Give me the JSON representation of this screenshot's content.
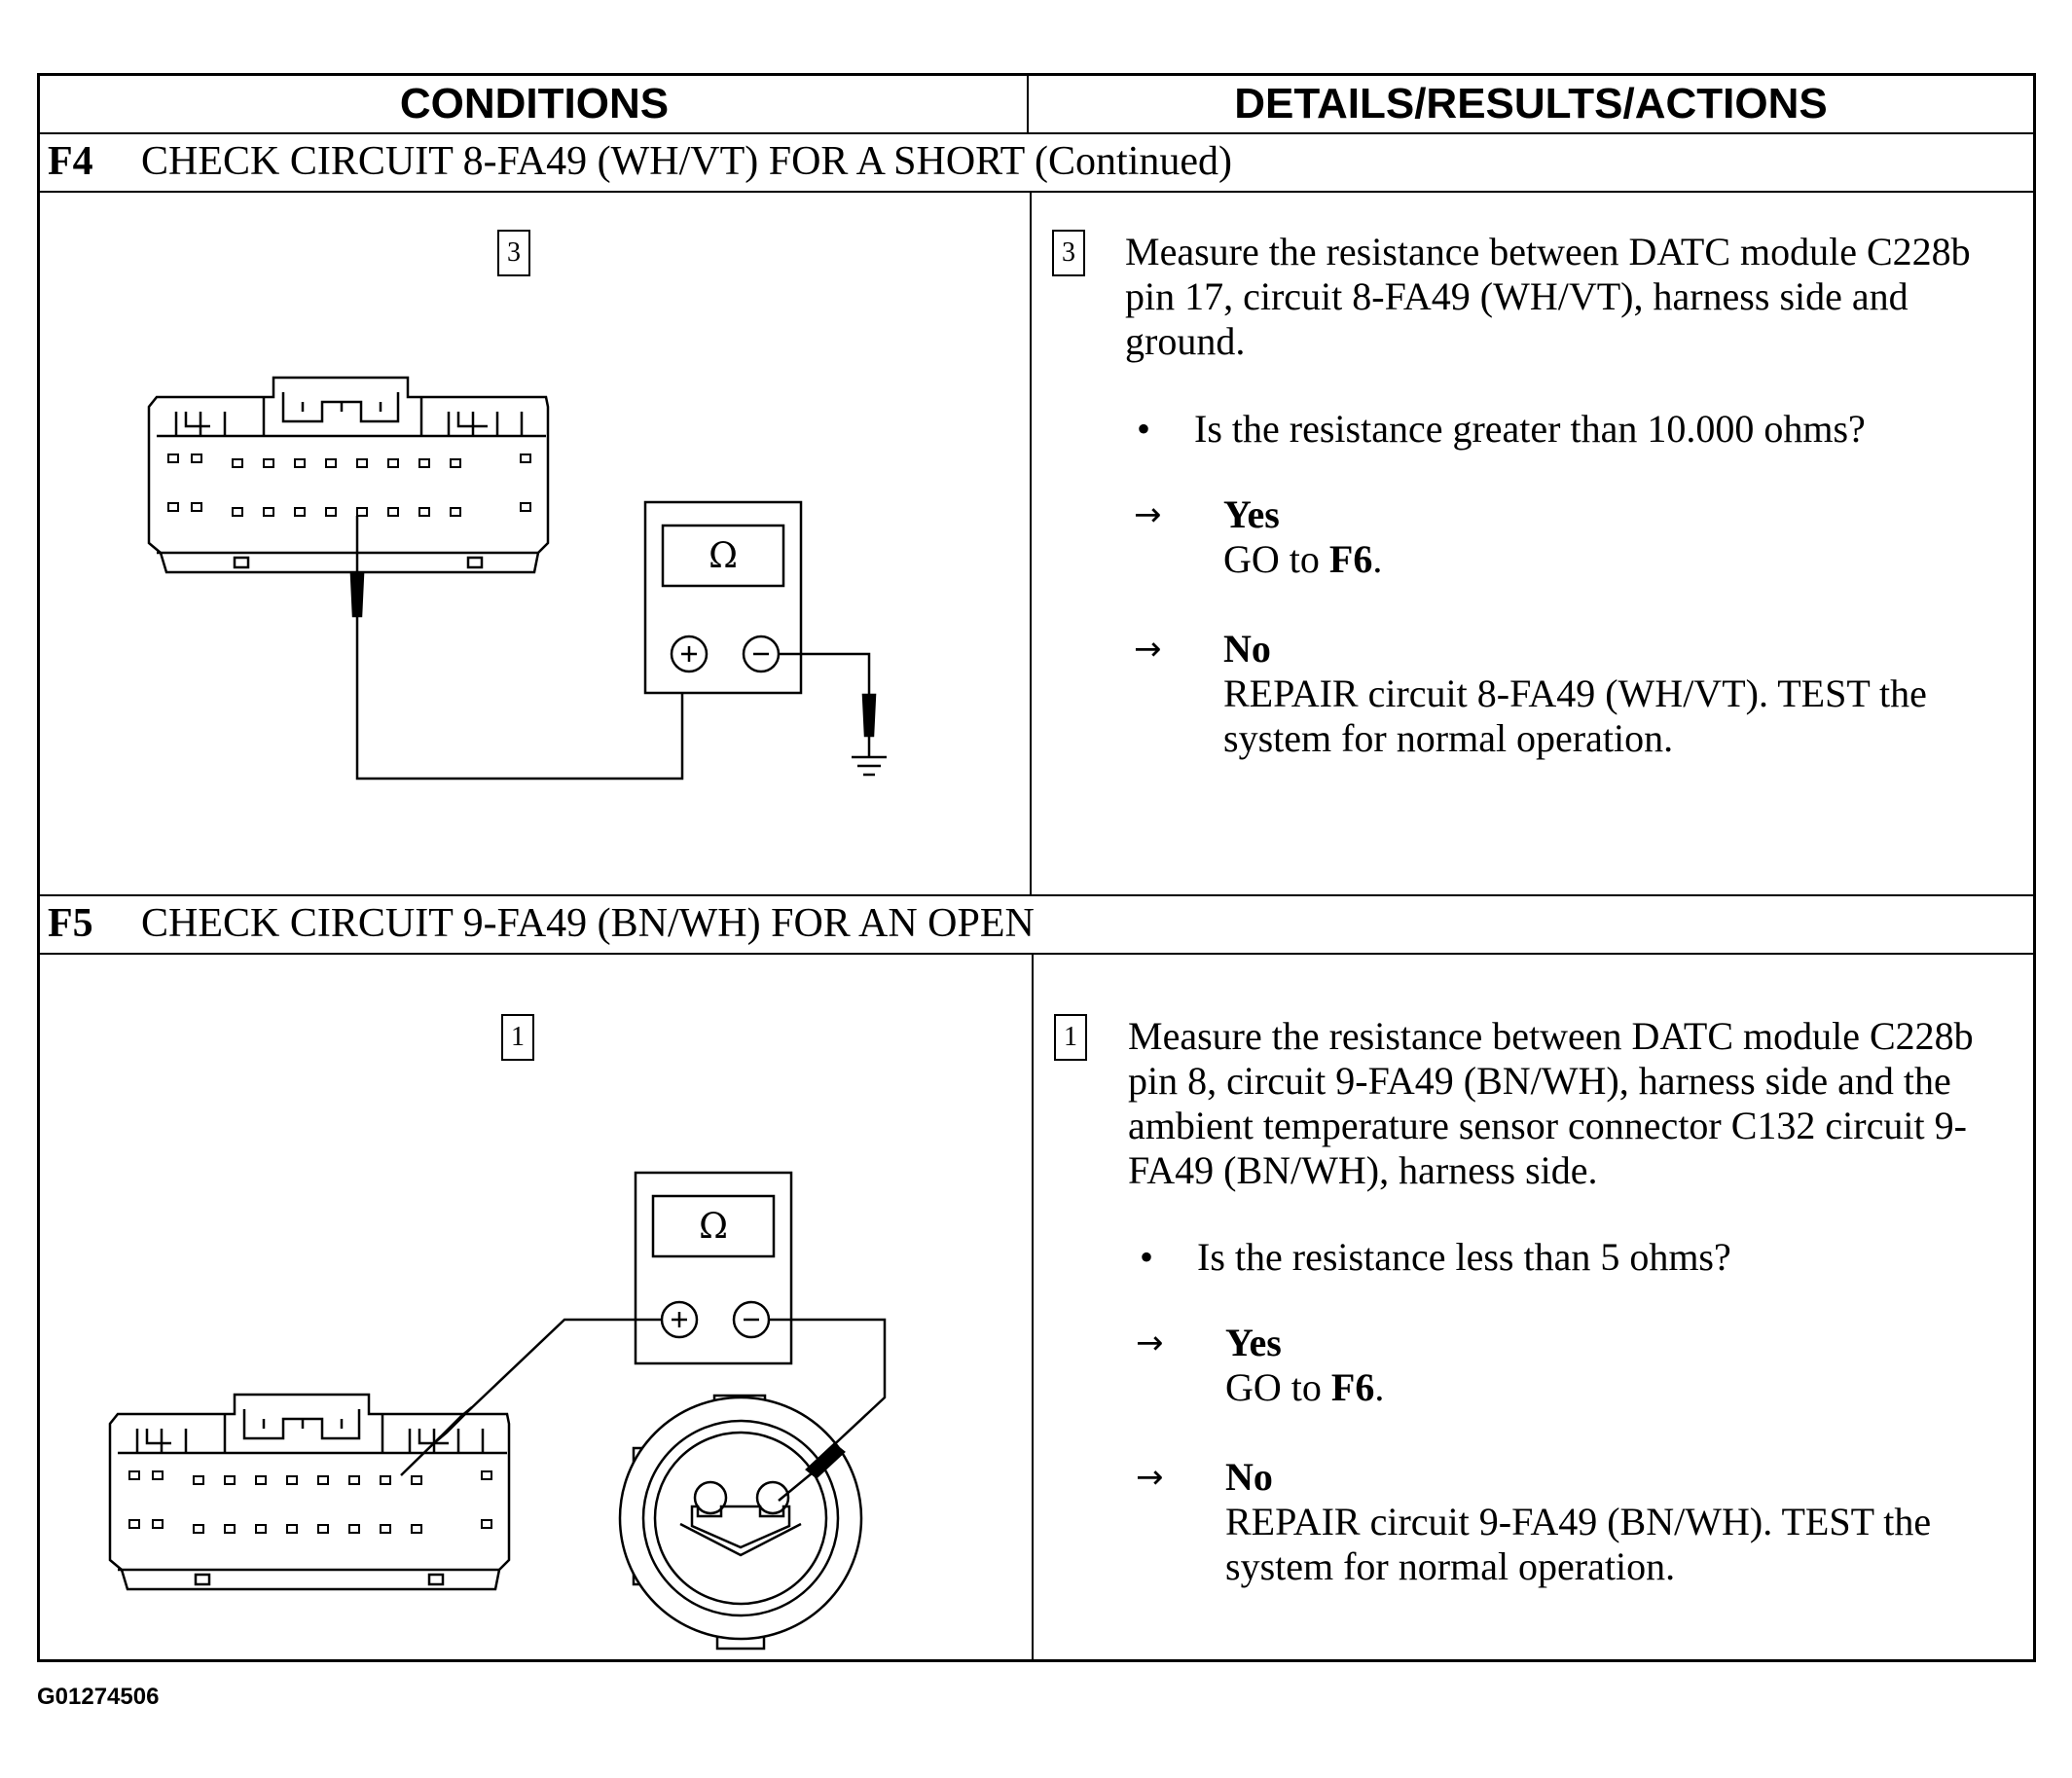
{
  "table": {
    "col_conditions": "CONDITIONS",
    "col_details": "DETAILS/RESULTS/ACTIONS"
  },
  "sections": [
    {
      "id": "F4",
      "title": "CHECK CIRCUIT 8-FA49 (WH/VT) FOR A SHORT (Continued)",
      "step_number": "3",
      "instruction": "Measure the resistance between DATC module C228b pin 17, circuit 8-FA49 (WH/VT), harness side and ground.",
      "question": "Is the resistance greater than 10.000 ohms?",
      "yes_label": "Yes",
      "yes_action_prefix": "GO to ",
      "yes_action_target": "F6",
      "yes_action_suffix": ".",
      "no_label": "No",
      "no_action": "REPAIR circuit 8-FA49 (WH/VT). TEST the system for normal operation.",
      "meter_symbol": "Ω"
    },
    {
      "id": "F5",
      "title": "CHECK CIRCUIT 9-FA49 (BN/WH) FOR AN OPEN",
      "step_number": "1",
      "instruction": "Measure the resistance between DATC module C228b pin 8, circuit 9-FA49 (BN/WH), harness side and the ambient temperature sensor connector C132 circuit 9-FA49 (BN/WH), harness side.",
      "question": "Is the resistance less than 5 ohms?",
      "yes_label": "Yes",
      "yes_action_prefix": "GO to ",
      "yes_action_target": "F6",
      "yes_action_suffix": ".",
      "no_label": "No",
      "no_action": "REPAIR circuit 9-FA49 (BN/WH). TEST the system for normal operation.",
      "meter_symbol": "Ω"
    }
  ],
  "bullet_char": "•",
  "arrow_char": "→",
  "figure_code": "G01274506"
}
